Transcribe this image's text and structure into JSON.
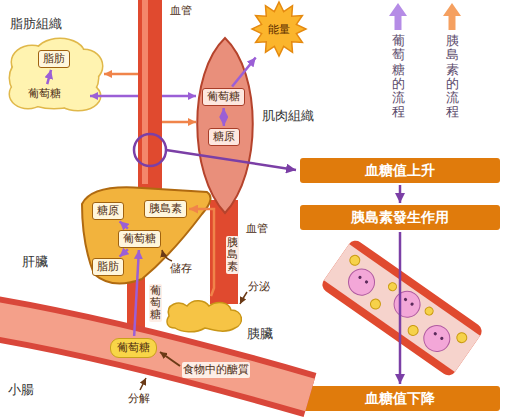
{
  "diagram": {
    "nodes": [
      {
        "text": [
          "脂肪組織"
        ]
      },
      {
        "text": [
          "脂肪"
        ],
        "in": 0
      },
      {
        "text": [
          "葡萄糖"
        ],
        "in": 0
      },
      {
        "text": [
          "能量"
        ]
      },
      {
        "text": [
          "肌肉組織"
        ]
      },
      {
        "text": [
          "葡萄糖"
        ],
        "in": 4
      },
      {
        "text": [
          "糖原"
        ],
        "in": 4
      },
      {
        "text": [
          "血糖值上升"
        ]
      },
      {
        "text": [
          "胰島素發生作用"
        ]
      },
      {
        "text": [
          "血糖值下降"
        ]
      },
      {
        "text": [
          "肝臟"
        ]
      },
      {
        "text": [
          "糖原"
        ],
        "in": 10
      },
      {
        "text": [
          "胰島素"
        ],
        "in": 10
      },
      {
        "text": [
          "葡萄糖"
        ],
        "in": 10
      },
      {
        "text": [
          "脂肪"
        ],
        "in": 10
      },
      {
        "text": [
          "胰臟"
        ]
      },
      {
        "text": [
          "小腸"
        ]
      },
      {
        "text": [
          "葡萄糖"
        ],
        "in": 16
      }
    ],
    "edges": [
      {
        "from": 2,
        "to": 1,
        "arrow": "to"
      },
      {
        "from": 5,
        "to": 6,
        "arrow": "both"
      },
      {
        "from": 5,
        "to": 3,
        "arrow": "to"
      },
      {
        "from": 7,
        "to": 8,
        "arrow": "to"
      },
      {
        "from": 8,
        "to": 9,
        "arrow": "to"
      },
      {
        "from": 13,
        "to": 11,
        "arrow": "to"
      },
      {
        "from": 13,
        "to": 14,
        "arrow": "to"
      },
      {
        "from": 17,
        "to": 13,
        "arrow": "to"
      },
      {
        "from": 15,
        "to": 12,
        "arrow": "to"
      }
    ],
    "labels": [
      "血管",
      "血管",
      "儲存",
      "分泌",
      "分解",
      "食物中的醣質",
      "葡萄糖",
      "胰島素"
    ],
    "legend": [
      {
        "text": "葡萄糖的流程"
      },
      {
        "text": "胰島素的流程"
      }
    ]
  }
}
